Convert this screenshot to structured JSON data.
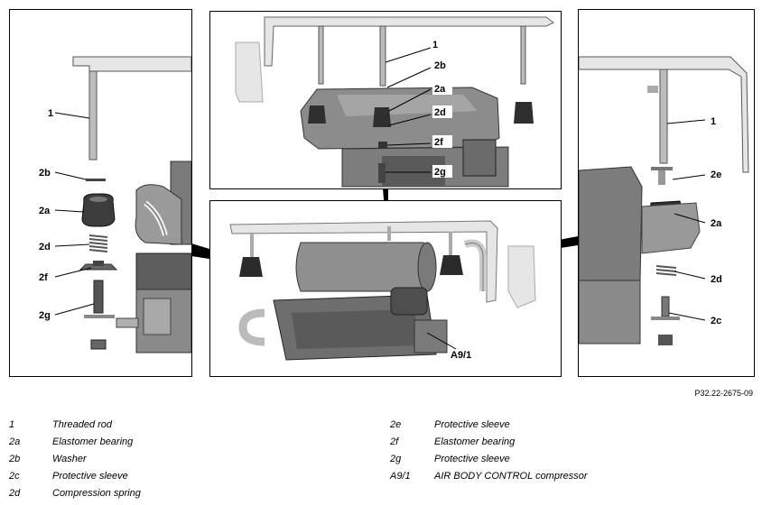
{
  "callouts": {
    "left": [
      "1",
      "2b",
      "2a",
      "2d",
      "2f",
      "2g"
    ],
    "top": [
      "1",
      "2b",
      "2a",
      "2d",
      "2f",
      "2g"
    ],
    "right": [
      "1",
      "2e",
      "2a",
      "2d",
      "2c"
    ],
    "bottom": [
      "A9/1"
    ]
  },
  "figure_id": "P32.22-2675-09",
  "legend": {
    "left": [
      {
        "code": "1",
        "desc": "Threaded rod"
      },
      {
        "code": "2a",
        "desc": "Elastomer bearing"
      },
      {
        "code": "2b",
        "desc": "Washer"
      },
      {
        "code": "2c",
        "desc": "Protective sleeve"
      },
      {
        "code": "2d",
        "desc": "Compression spring"
      }
    ],
    "right": [
      {
        "code": "2e",
        "desc": "Protective sleeve"
      },
      {
        "code": "2f",
        "desc": "Elastomer bearing"
      },
      {
        "code": "2g",
        "desc": "Protective sleeve"
      },
      {
        "code": "A9/1",
        "desc": "AIR BODY CONTROL compressor"
      }
    ]
  },
  "colors": {
    "frame": "#000000",
    "part_dark": "#3a3a3a",
    "part_mid": "#8a8a8a",
    "part_light": "#c8c8c8",
    "bracket": "#e6e6e6"
  }
}
